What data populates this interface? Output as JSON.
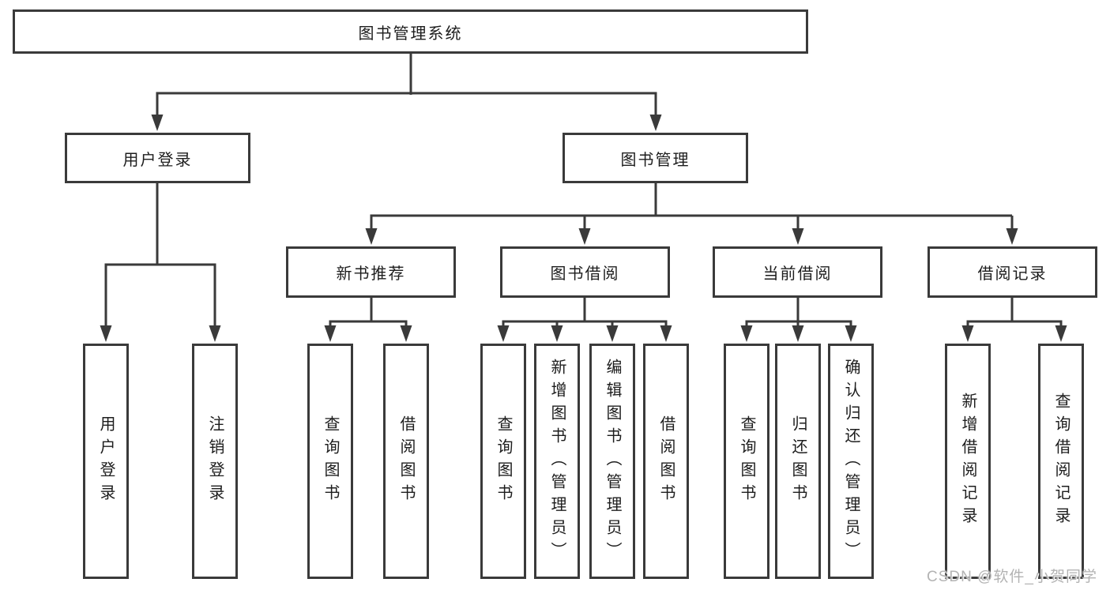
{
  "nodes": {
    "root": {
      "label": "图书管理系统"
    },
    "user_login": {
      "label": "用户登录"
    },
    "book_management": {
      "label": "图书管理"
    },
    "new_book_recommend": {
      "label": "新书推荐"
    },
    "book_borrow": {
      "label": "图书借阅"
    },
    "current_borrow": {
      "label": "当前借阅"
    },
    "borrow_records": {
      "label": "借阅记录"
    },
    "ul_user_login": {
      "label": "用户登录"
    },
    "ul_logout": {
      "label": "注销登录"
    },
    "nb_query_books": {
      "label": "查询图书"
    },
    "nb_borrow_books": {
      "label": "借阅图书"
    },
    "bb_query_books": {
      "label": "查询图书"
    },
    "bb_add_books": {
      "label": "新增图书（管理员）"
    },
    "bb_edit_books": {
      "label": "编辑图书（管理员）"
    },
    "bb_borrow_books": {
      "label": "借阅图书"
    },
    "cb_query_books": {
      "label": "查询图书"
    },
    "cb_return_books": {
      "label": "归还图书"
    },
    "cb_confirm_return": {
      "label": "确认归还（管理员）"
    },
    "br_add_record": {
      "label": "新增借阅记录"
    },
    "br_query_record": {
      "label": "查询借阅记录"
    }
  },
  "edges": [
    {
      "parent": "root",
      "children": [
        "user_login",
        "book_management"
      ]
    },
    {
      "parent": "user_login",
      "children": [
        "ul_user_login",
        "ul_logout"
      ]
    },
    {
      "parent": "book_management",
      "children": [
        "new_book_recommend",
        "book_borrow",
        "current_borrow",
        "borrow_records"
      ]
    },
    {
      "parent": "new_book_recommend",
      "children": [
        "nb_query_books",
        "nb_borrow_books"
      ]
    },
    {
      "parent": "book_borrow",
      "children": [
        "bb_query_books",
        "bb_add_books",
        "bb_edit_books",
        "bb_borrow_books"
      ]
    },
    {
      "parent": "current_borrow",
      "children": [
        "cb_query_books",
        "cb_return_books",
        "cb_confirm_return"
      ]
    },
    {
      "parent": "borrow_records",
      "children": [
        "br_add_record",
        "br_query_record"
      ]
    }
  ],
  "watermark": {
    "text": "CSDN @软件_小贺同学"
  },
  "colors": {
    "line": "#3a3a3a",
    "text": "#1d1d1d",
    "background": "#ffffff",
    "watermark": "#b3b3b3"
  }
}
